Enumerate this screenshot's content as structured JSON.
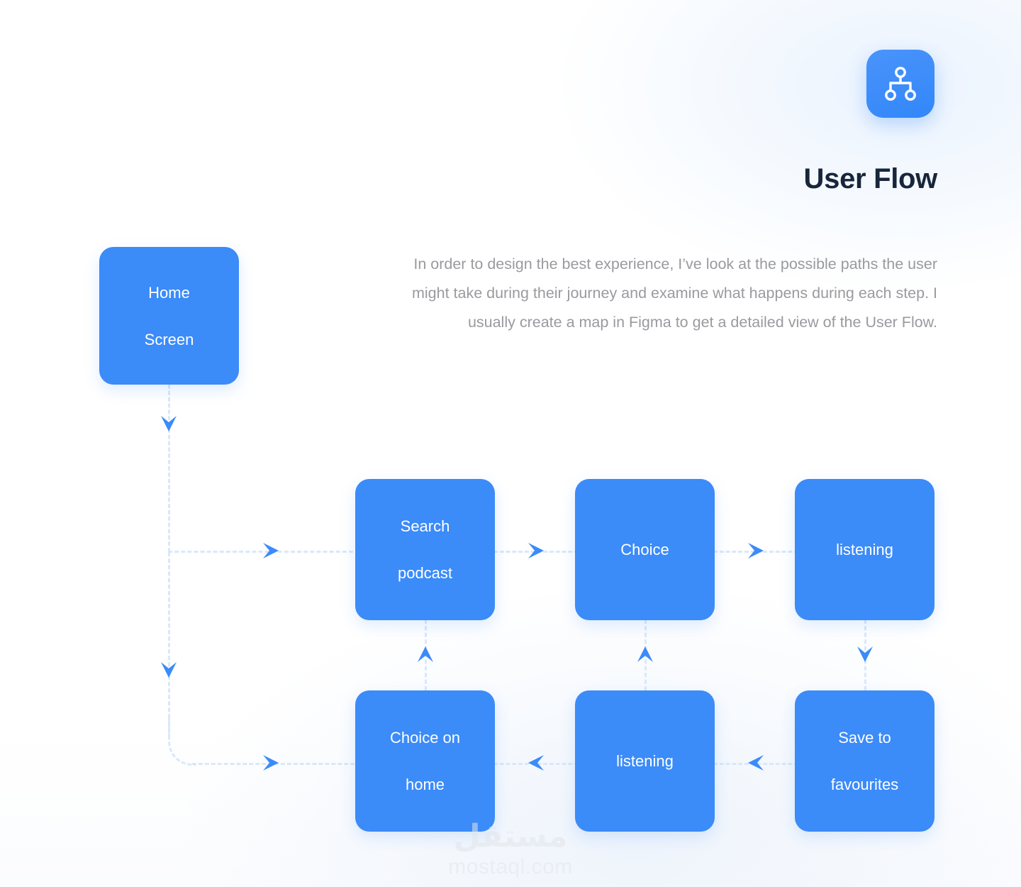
{
  "header": {
    "icon_name": "sitemap-icon",
    "title": "User Flow",
    "description": "In order to design the best experience, I’ve look at the possible paths the user might take during their journey and examine  what happens during each step. I usually create a map in Figma to get a detailed view of the User Flow."
  },
  "colors": {
    "node_blue": "#3b8bf9",
    "title_navy": "#17263b",
    "body_gray": "#9a9a9f",
    "connector_blue": "#d9e8fb",
    "arrow_blue": "#3b8bf9",
    "background": "#ffffff"
  },
  "flow": {
    "nodes": [
      {
        "id": "home-screen",
        "label": "Home\nScreen",
        "line1": "Home",
        "line2": "Screen"
      },
      {
        "id": "search-podcast",
        "label": "Search\npodcast",
        "line1": "Search",
        "line2": "podcast"
      },
      {
        "id": "choice",
        "label": "Choice",
        "line1": "Choice",
        "line2": ""
      },
      {
        "id": "listening-top",
        "label": "listening",
        "line1": "listening",
        "line2": ""
      },
      {
        "id": "choice-on-home",
        "label": "Choice on\nhome",
        "line1": "Choice on",
        "line2": "home"
      },
      {
        "id": "listening-bottom",
        "label": "listening",
        "line1": "listening",
        "line2": ""
      },
      {
        "id": "save-favourites",
        "label": "Save to\nfavourites",
        "line1": "Save to",
        "line2": "favourites"
      }
    ],
    "edges": [
      {
        "from": "home-screen",
        "to": "search-podcast",
        "direction": "right"
      },
      {
        "from": "home-screen",
        "to": "choice-on-home",
        "direction": "right"
      },
      {
        "from": "search-podcast",
        "to": "choice",
        "direction": "right"
      },
      {
        "from": "choice",
        "to": "listening-top",
        "direction": "right"
      },
      {
        "from": "listening-top",
        "to": "save-favourites",
        "direction": "down"
      },
      {
        "from": "save-favourites",
        "to": "listening-bottom",
        "direction": "left"
      },
      {
        "from": "listening-bottom",
        "to": "choice-on-home",
        "direction": "left"
      },
      {
        "from": "listening-bottom",
        "to": "choice",
        "direction": "up"
      },
      {
        "from": "choice-on-home",
        "to": "search-podcast",
        "direction": "up"
      }
    ]
  },
  "watermark": {
    "arabic": "مستقل",
    "domain": "mostaql.com"
  }
}
